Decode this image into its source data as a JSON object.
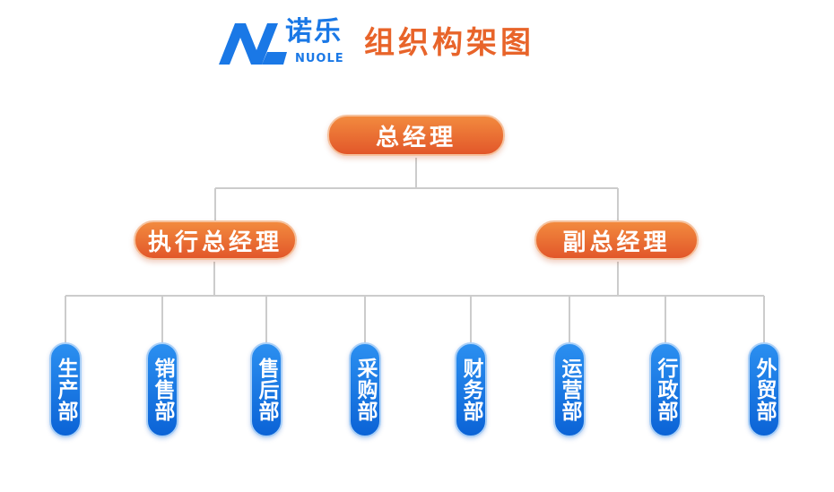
{
  "header": {
    "brand_cn": "诺乐",
    "brand_en": "NUOLE",
    "title": "组织构架图"
  },
  "colors": {
    "brand_blue": "#1a78e6",
    "title_orange": "#e8642a",
    "pill_orange": "#e8642a",
    "dept_blue": "#1470e0",
    "line_gray": "#cccccc"
  },
  "nodes": {
    "general_manager": "总经理",
    "executive_gm": "执行总经理",
    "deputy_gm": "副总经理"
  },
  "departments": [
    "生产部",
    "销售部",
    "售后部",
    "采购部",
    "财务部",
    "运营部",
    "行政部",
    "外贸部"
  ]
}
